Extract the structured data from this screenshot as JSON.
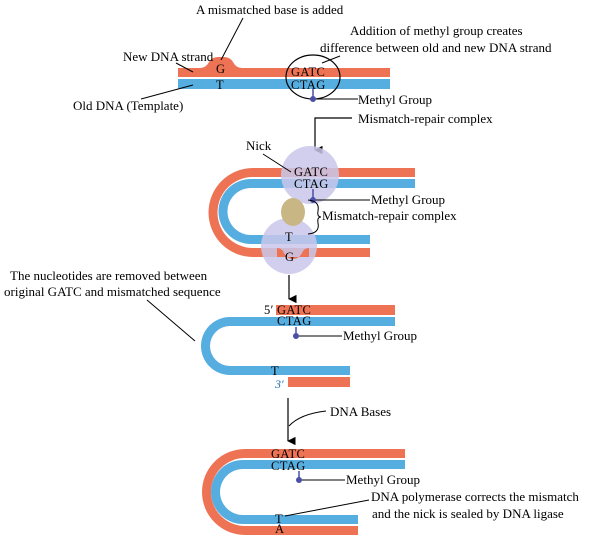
{
  "colors": {
    "new_strand": "#ee7354",
    "old_strand": "#56ade0",
    "methyl": "#4b4fa6",
    "enzyme_circle": "#c9c7ea",
    "complex_body": "#c8b785",
    "line": "#000000"
  },
  "stage1": {
    "mismatch_added": "A mismatched base is added",
    "new_strand": "New DNA strand",
    "old_strand": "Old DNA (Template)",
    "methyl_note_line1": "Addition of methyl group creates",
    "methyl_note_line2": "difference between old and new DNA strand",
    "gatc": "GATC",
    "ctag": "CTAG",
    "base_g": "G",
    "base_t": "T",
    "methyl_group": "Methyl Group",
    "mismatch_repair": "Mismatch-repair complex"
  },
  "stage2": {
    "nick": "Nick",
    "gatc": "GATC",
    "ctag": "CTAG",
    "methyl_group": "Methyl Group",
    "mismatch_repair": "Mismatch-repair complex",
    "base_t": "T",
    "base_g": "G"
  },
  "stage3": {
    "removed_line1": "The nucleotides are removed between",
    "removed_line2": "original GATC and mismatched sequence",
    "five_prime": "5′",
    "three_prime": "3′",
    "gatc": "GATC",
    "ctag": "CTAG",
    "methyl_group": "Methyl Group",
    "base_t": "T"
  },
  "stage4": {
    "dna_bases": "DNA Bases",
    "gatc": "GATC",
    "ctag": "CTAG",
    "methyl_group": "Methyl Group",
    "polymerase_line1": "DNA polymerase corrects the mismatch",
    "polymerase_line2": "and the nick is sealed by DNA ligase",
    "base_t": "T",
    "base_a": "A"
  }
}
